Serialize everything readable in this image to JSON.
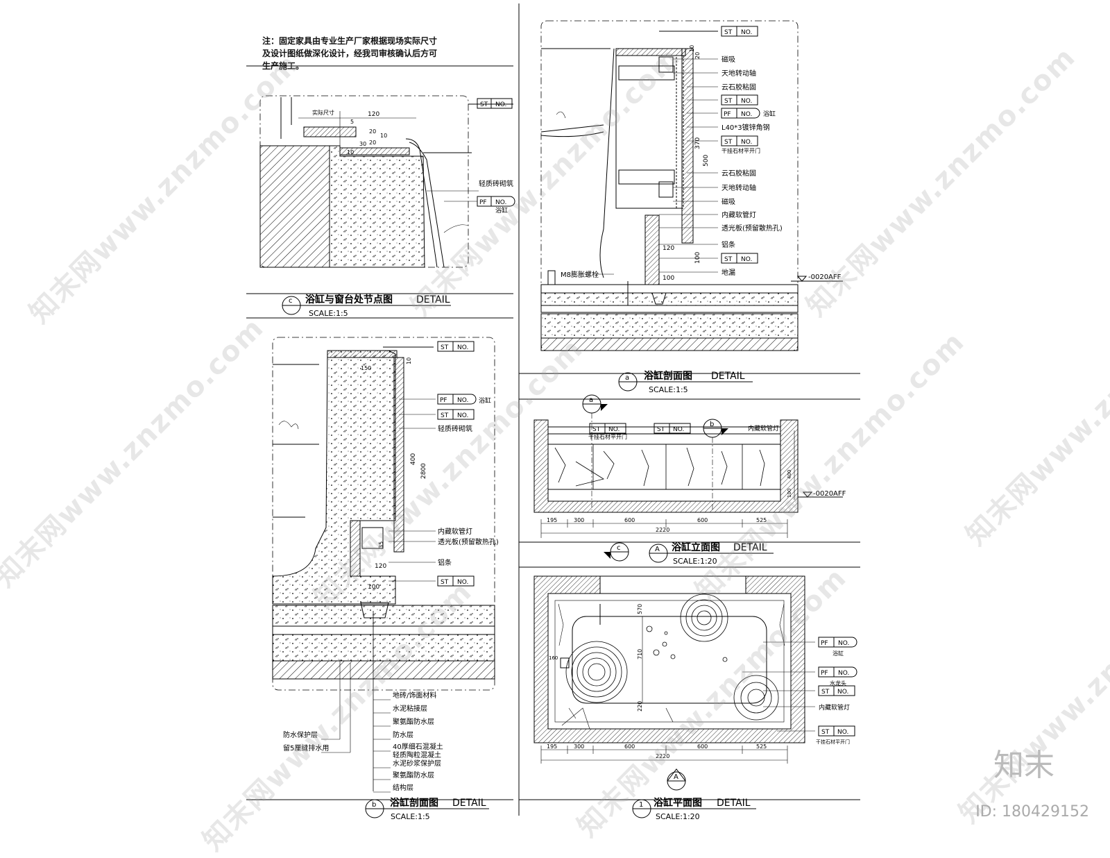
{
  "note": "注：固定家具由专业生产厂家根据现场实际尺寸及设计图纸做深化设计，经我司审核确认后方可生产施工。",
  "tag_st": "ST",
  "tag_pf": "PF",
  "tag_no": "NO.",
  "details": {
    "c": {
      "mark": "c",
      "title": "浴缸与窗台处节点图",
      "detail": "DETAIL",
      "scale": "SCALE:1:5",
      "labels": [
        "轻质砖砌筑",
        "浴缸",
        "实际尺寸"
      ],
      "dims": [
        "120",
        "5",
        "20",
        "20",
        "30",
        "10",
        "10"
      ]
    },
    "a": {
      "mark": "a",
      "title": "浴缸剖面图",
      "detail": "DETAIL",
      "scale": "SCALE:1:5",
      "labels": [
        "磁吸",
        "天地转动轴",
        "云石胶粘固",
        "浴缸",
        "L40*3镀锌角钢",
        "干挂石材平开门",
        "云石胶粘固",
        "天地转动轴",
        "磁吸",
        "内藏软管灯",
        "透光板(预留散热孔)",
        "铝条",
        "地漏",
        "M8膨胀螺栓"
      ],
      "dims": [
        "370",
        "500",
        "120",
        "100",
        "100",
        "20",
        "20",
        "10"
      ],
      "level": "-0020AFF"
    },
    "b": {
      "mark": "b",
      "title": "浴缸剖面图",
      "detail": "DETAIL",
      "scale": "SCALE:1:5",
      "labels": [
        "浴缸",
        "轻质砖砌筑",
        "内藏软管灯",
        "透光板(预留散热孔)",
        "铝条"
      ],
      "dims": [
        "150",
        "400",
        "2800",
        "120",
        "100",
        "35",
        "10"
      ],
      "layers": [
        "地砖/饰面材料",
        "水泥粘接层",
        "聚氨酯防水层",
        "防水层",
        "40厚细石混凝土",
        "轻质陶粒混凝土",
        "水泥砂浆保护层",
        "聚氨酯防水层",
        "结构层"
      ],
      "left_labels": [
        "防水保护层",
        "留5厘缝排水用"
      ]
    },
    "A": {
      "mark": "A",
      "title": "浴缸立面图",
      "detail": "DETAIL",
      "scale": "SCALE:1:20",
      "labels": [
        "干挂石材平开门",
        "内藏软管灯"
      ],
      "dims": [
        "195",
        "300",
        "600",
        "600",
        "525",
        "2220",
        "400",
        "100"
      ],
      "level": "-0020AFF"
    },
    "p1": {
      "mark": "1",
      "title": "浴缸平面图",
      "detail": "DETAIL",
      "scale": "SCALE:1:20",
      "labels": [
        "浴缸",
        "水龙头",
        "内藏软管灯",
        "干挂石材平开门"
      ],
      "dims": [
        "195",
        "300",
        "600",
        "600",
        "525",
        "2220",
        "710",
        "220",
        "160",
        "570"
      ]
    }
  },
  "section_marks": {
    "a": "a",
    "b": "b",
    "c": "c",
    "A": "A"
  },
  "watermark": "知末网www.znzmo.com",
  "logo": "知末",
  "id_text": "ID: 180429152"
}
